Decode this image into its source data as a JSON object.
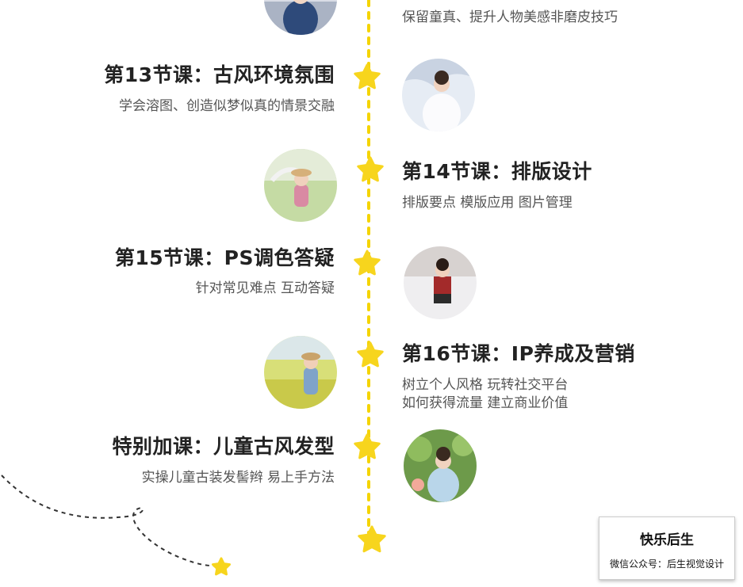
{
  "lessons": [
    {
      "title": "",
      "desc_lines": [
        "保留童真、提升人物美感非磨皮技巧"
      ]
    },
    {
      "title": "第13节课：古风环境氛围",
      "desc_lines": [
        "学会溶图、创造似梦似真的情景交融"
      ]
    },
    {
      "title": "第14节课：排版设计",
      "desc_lines": [
        "排版要点 模版应用 图片管理"
      ]
    },
    {
      "title": "第15节课：PS调色答疑",
      "desc_lines": [
        "针对常见难点 互动答疑"
      ]
    },
    {
      "title": "第16节课：IP养成及营销",
      "desc_lines": [
        "树立个人风格 玩转社交平台",
        "如何获得流量 建立商业价值"
      ]
    },
    {
      "title": "特别加课：儿童古风发型",
      "desc_lines": [
        "实操儿童古装发髻辫 易上手方法"
      ]
    }
  ],
  "watermark": {
    "name": "快乐后生",
    "subtitle": "微信公众号：后生视觉设计"
  },
  "colors": {
    "timeline": "#f5d400",
    "star": "#f7d51d",
    "title": "#222222",
    "desc": "#555555",
    "dashed_path": "#333333"
  }
}
